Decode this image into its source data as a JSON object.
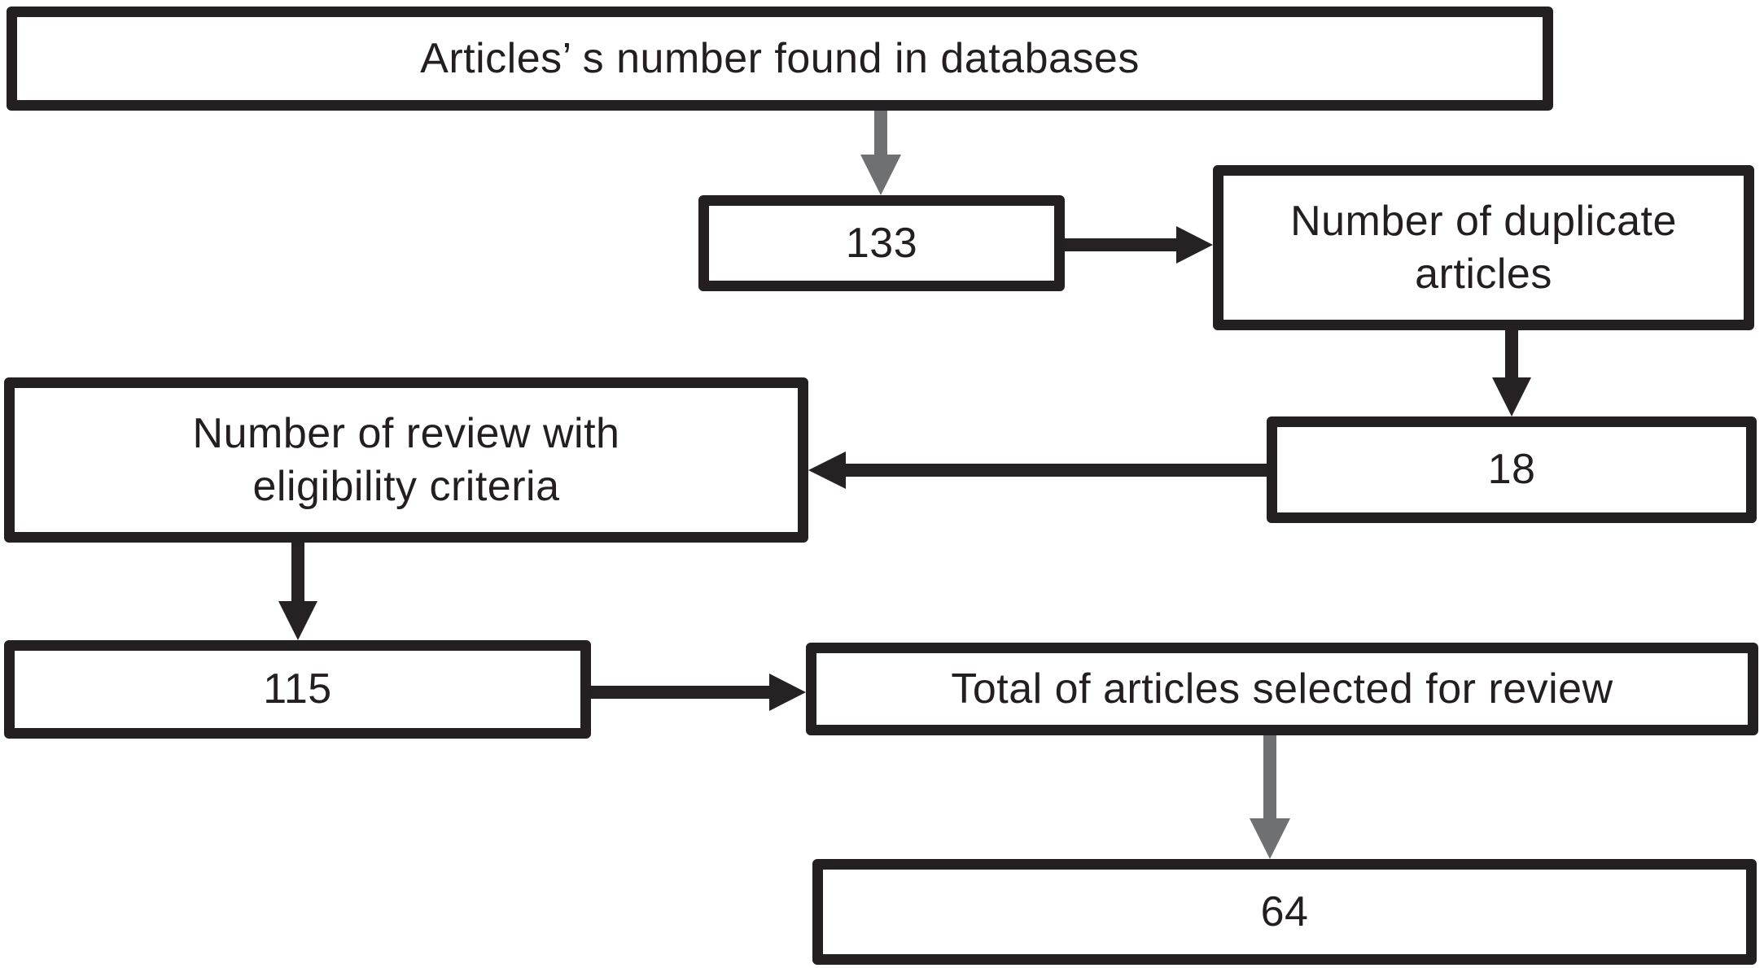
{
  "diagram_type": "flowchart",
  "colors": {
    "background": "#ffffff",
    "box_fill": "#ffffff",
    "box_border": "#242021",
    "text": "#231f20",
    "arrow_black": "#262223",
    "arrow_gray": "#6f7072"
  },
  "nodes": {
    "found": {
      "label": "Articles’ s number found in databases"
    },
    "found_count": {
      "label": "133"
    },
    "duplicates": {
      "label": "Number of duplicate articles"
    },
    "duplicates_count": {
      "label": "18"
    },
    "eligibility": {
      "label": "Number of review with eligibility criteria"
    },
    "eligibility_count": {
      "label": "115"
    },
    "selected": {
      "label": "Total of articles selected for review"
    },
    "selected_count": {
      "label": "64"
    }
  },
  "edges": [
    {
      "from": "found",
      "to": "found_count",
      "direction": "down",
      "color": "gray"
    },
    {
      "from": "found_count",
      "to": "duplicates",
      "direction": "right",
      "color": "black"
    },
    {
      "from": "duplicates",
      "to": "duplicates_count",
      "direction": "down",
      "color": "black"
    },
    {
      "from": "duplicates_count",
      "to": "eligibility",
      "direction": "left",
      "color": "black"
    },
    {
      "from": "eligibility",
      "to": "eligibility_count",
      "direction": "down",
      "color": "black"
    },
    {
      "from": "eligibility_count",
      "to": "selected",
      "direction": "right",
      "color": "black"
    },
    {
      "from": "selected",
      "to": "selected_count",
      "direction": "down",
      "color": "gray"
    }
  ]
}
